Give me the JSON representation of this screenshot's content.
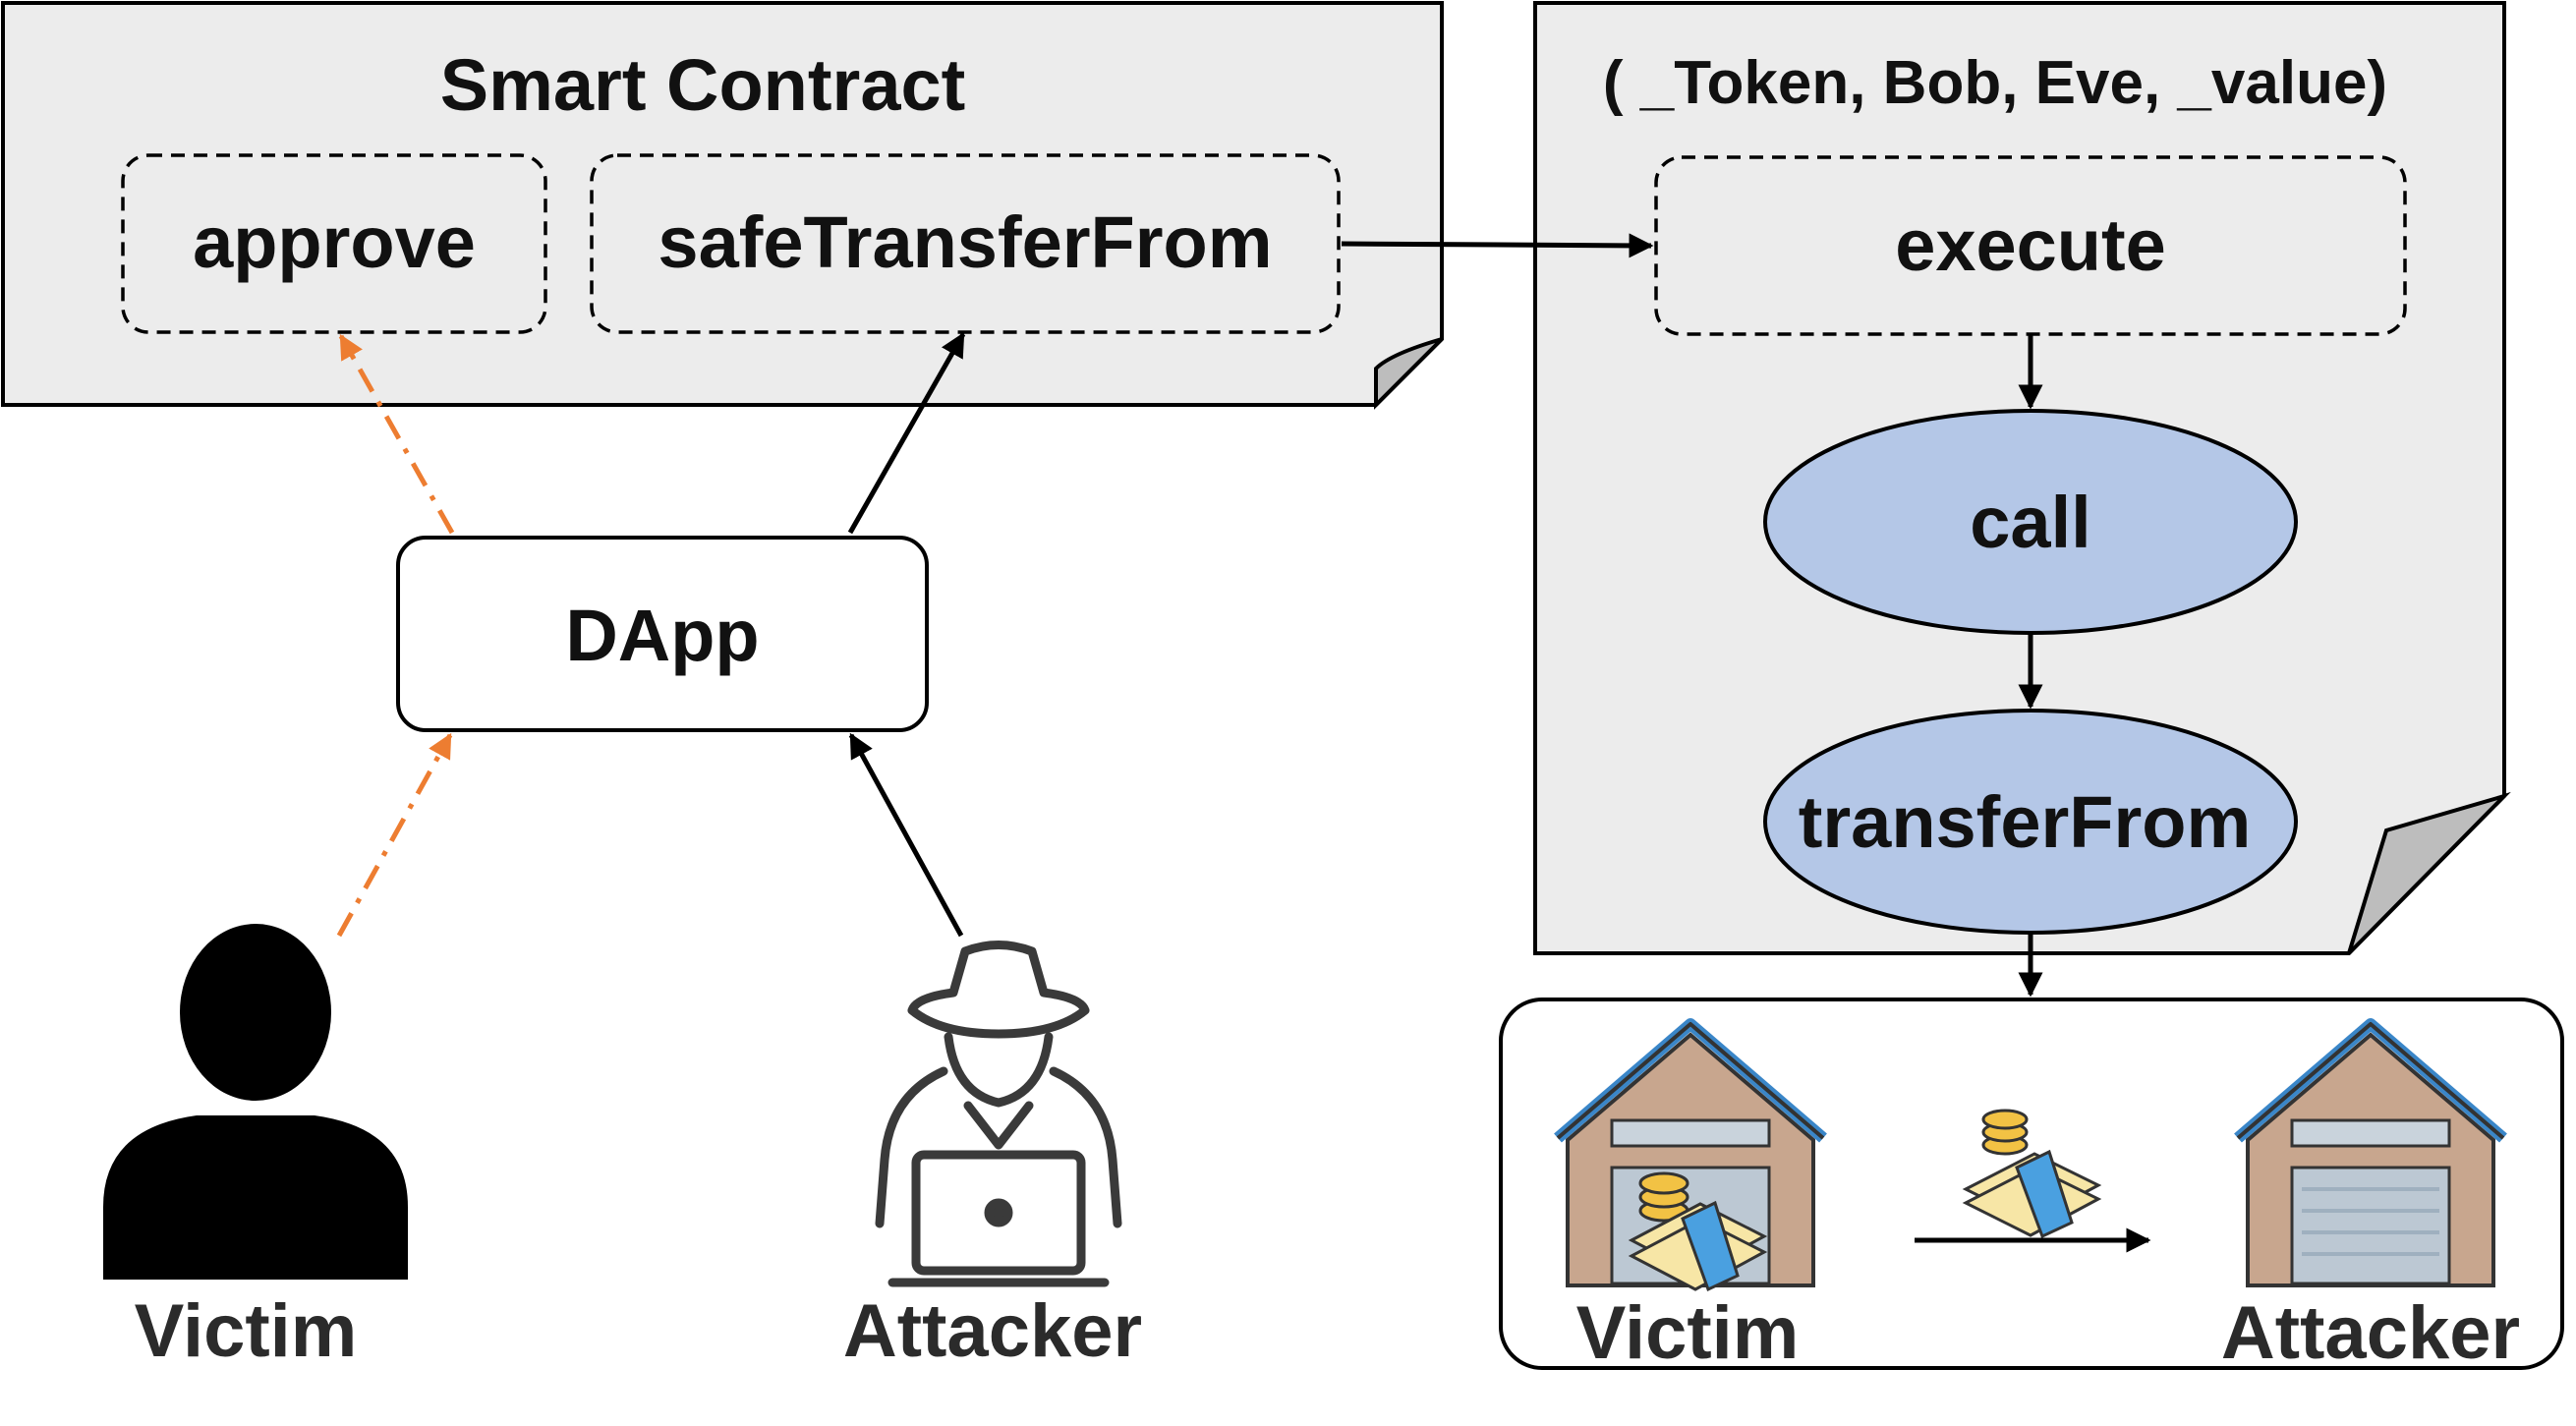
{
  "smart_contract": {
    "title": "Smart Contract",
    "functions": [
      "approve",
      "safeTransferFrom"
    ]
  },
  "attack_contract": {
    "signature": "( _Token, Bob, Eve, _value)",
    "execute": "execute",
    "call": "call",
    "transfer_from": "transferFrom"
  },
  "dapp": {
    "label": "DApp"
  },
  "actors": {
    "victim": "Victim",
    "attacker": "Attacker"
  },
  "transfer_panel": {
    "from": "Victim",
    "to": "Attacker"
  },
  "colors": {
    "note_fill": "#ececec",
    "note_fold": "#bdbdbd",
    "ellipse_fill": "#b4c7e7",
    "orange_arrow": "#ed7d31",
    "roof_blue": "#3a86c8",
    "warehouse_wall": "#c8a68e",
    "gold": "#f2c244",
    "money_green": "#f7e6a6",
    "band_blue": "#4aa0e0"
  }
}
